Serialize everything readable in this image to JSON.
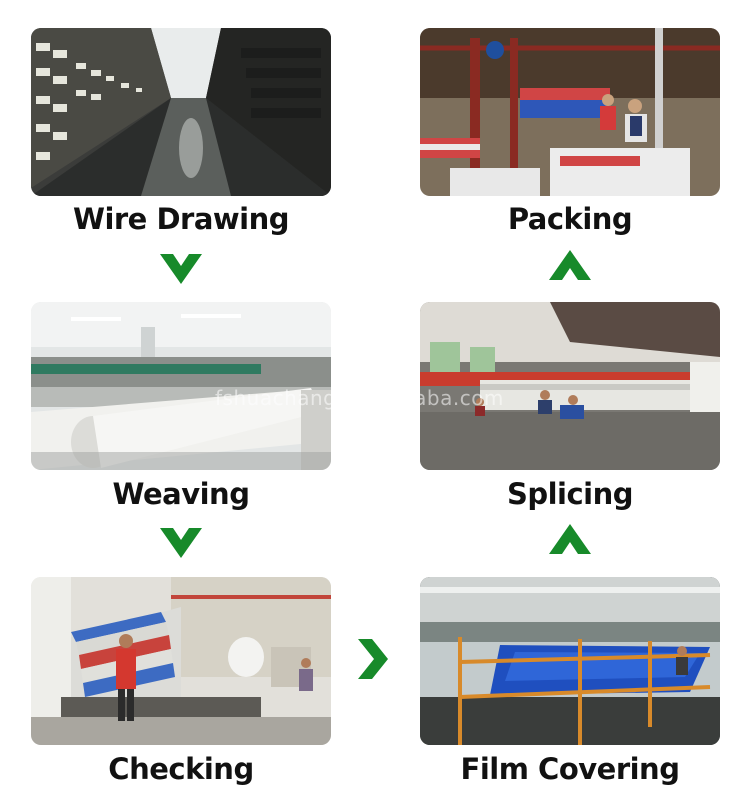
{
  "steps": {
    "wire_drawing": "Wire Drawing",
    "packing": "Packing",
    "weaving": "Weaving",
    "splicing": "Splicing",
    "checking": "Checking",
    "film_covering": "Film Covering"
  },
  "watermark": "fshuachang.en.alibaba.com",
  "colors": {
    "arrow_green": "#178a2a"
  }
}
